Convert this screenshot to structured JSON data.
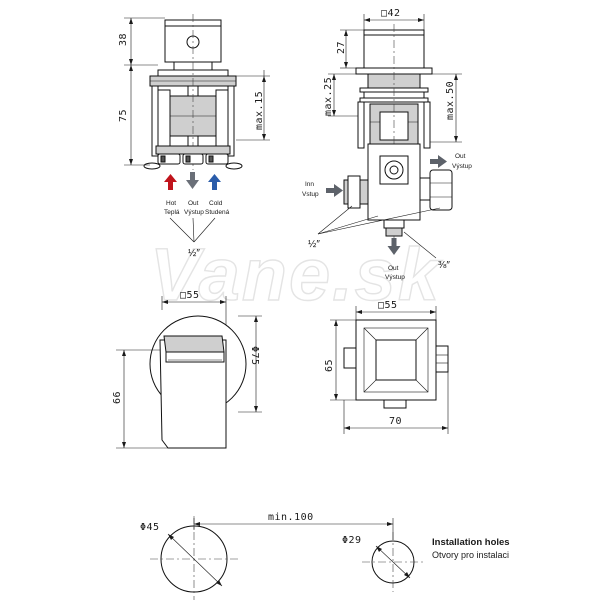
{
  "watermark": "Vane.sk",
  "top_left_view": {
    "dim_height_top": "38",
    "dim_height_body": "75",
    "dim_max": "max.15",
    "inlet_hot": {
      "en": "Hot",
      "cz": "Teplá",
      "color": "#c0141c"
    },
    "inlet_out": {
      "en": "Out",
      "cz": "Výstup",
      "color": "#6a6f78"
    },
    "inlet_cold": {
      "en": "Cold",
      "cz": "Studená",
      "color": "#2a5caa"
    },
    "thread": "½″"
  },
  "top_right_view": {
    "dim_square": "□42",
    "dim_27": "27",
    "dim_max25": "max.25",
    "dim_max50": "max.50",
    "outlet_right": {
      "en": "Out",
      "cz": "Výstup"
    },
    "inlet_left": {
      "en": "Inn",
      "cz": "Vstup"
    },
    "outlet_bottom": {
      "en": "Out",
      "cz": "Výstup"
    },
    "thread_half": "½″",
    "thread_38": "⅜″",
    "arrow_color": "#5d626a"
  },
  "bottom_left_view": {
    "dim_square": "□55",
    "dim_diameter": "Φ75",
    "dim_height": "66"
  },
  "bottom_right_view": {
    "dim_square": "□55",
    "dim_height": "65",
    "dim_width": "70"
  },
  "installation": {
    "dim_d45": "Φ45",
    "dim_min100": "min.100",
    "dim_d29": "Φ29",
    "title": "Installation holes",
    "subtitle": "Otvory pro instalaci"
  }
}
